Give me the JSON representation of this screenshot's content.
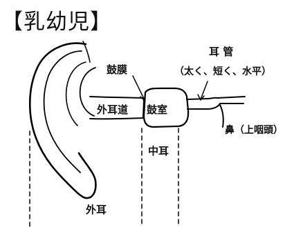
{
  "title": "【乳幼児】",
  "labels": {
    "eardrum": "鼓膜",
    "eustachian_tube": "耳 管",
    "tube_note": "（太く、短く、水平）",
    "external_canal": "外耳道",
    "tympanic_cavity": "鼓室",
    "nose": "鼻（上咽頭）",
    "middle_ear": "中耳",
    "outer_ear": "外耳"
  }
}
